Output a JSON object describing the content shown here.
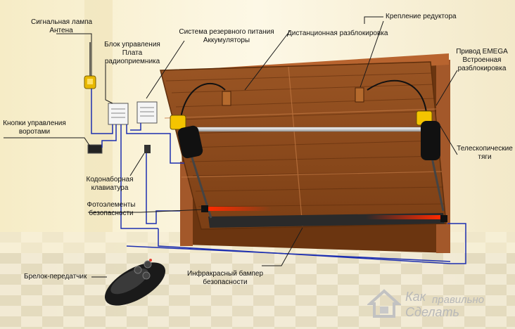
{
  "labels": {
    "signal_lamp": "Сигнальная лампа",
    "antenna": "Антена",
    "control_unit_1": "Блок управления",
    "control_unit_2": "Плата",
    "control_unit_3": "радиоприемника",
    "backup_power_1": "Система резервного питания",
    "backup_power_2": "Аккумуляторы",
    "remote_unlock": "Дистанционная разблокировка",
    "gear_mount": "Крепление редуктора",
    "drive_1": "Привод EMEGA",
    "drive_2": "Встроенная",
    "drive_3": "разблокировка",
    "buttons_1": "Кнопки управления",
    "buttons_2": "воротами",
    "telescopic_1": "Телескопические",
    "telescopic_2": "тяги",
    "keypad_1": "Кодонаборная",
    "keypad_2": "клавиатура",
    "photocells_1": "Фотоэлементы",
    "photocells_2": "безопасности",
    "keyfob": "Брелок-передатчик",
    "bumper_1": "Инфракрасный бампер",
    "bumper_2": "безопасности"
  },
  "watermark": {
    "line1a": "Как",
    "line1b": "правильно",
    "line2": "Сделать"
  },
  "colors": {
    "door": "#8a4a1e",
    "frame": "#a0522d",
    "wall": "#fbf3d6",
    "wire": "#1d2fb0",
    "leader": "#1a1a1a",
    "ir_beam": "#ff2a00",
    "motor_yellow": "#f4c400"
  }
}
